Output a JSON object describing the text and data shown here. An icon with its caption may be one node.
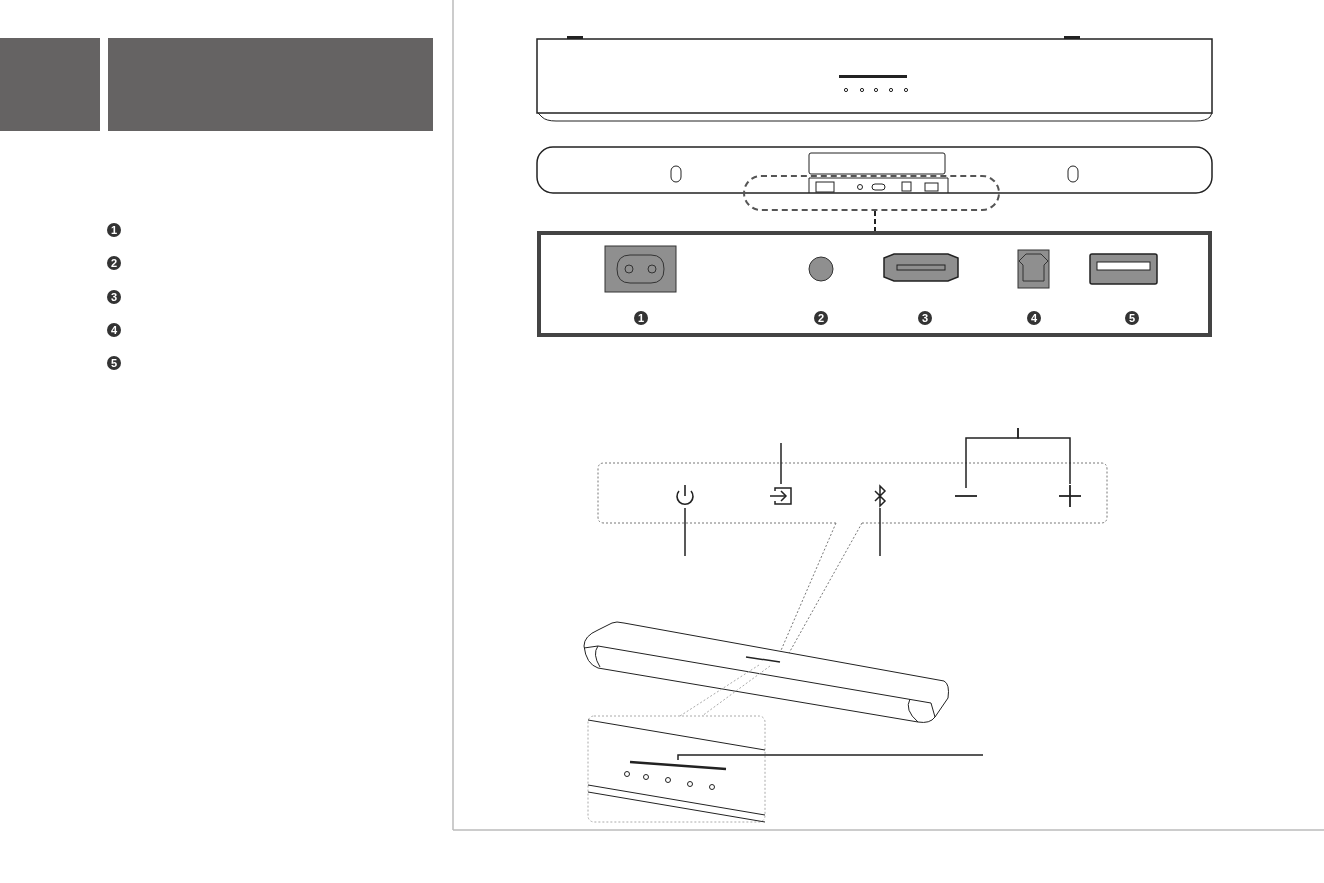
{
  "diagram": {
    "nodes": [
      {
        "text": [],
        "shape": "box"
      },
      {
        "text": [],
        "shape": "box"
      },
      {
        "text": [],
        "shape": "icon"
      },
      {
        "text": [],
        "shape": "icon"
      },
      {
        "text": [],
        "shape": "icon"
      },
      {
        "text": [],
        "shape": "icon"
      },
      {
        "text": [],
        "shape": "icon"
      },
      {
        "text": [],
        "shape": "bar"
      }
    ],
    "edges": [
      {
        "from": 0,
        "to": 1,
        "arrow": "none",
        "style": "dashed"
      },
      {
        "from": null,
        "to": 3,
        "arrow": "none"
      },
      {
        "from": null,
        "to": 2,
        "arrow": "none"
      },
      {
        "from": null,
        "to": 4,
        "arrow": "none"
      },
      {
        "from": null,
        "to": 5,
        "arrow": "none"
      },
      {
        "from": null,
        "to": 6,
        "arrow": "none"
      },
      {
        "from": null,
        "to": 7,
        "arrow": "none"
      }
    ],
    "labels": [
      "1",
      "2",
      "3",
      "4",
      "5",
      "1",
      "2",
      "3",
      "4",
      "5"
    ]
  }
}
